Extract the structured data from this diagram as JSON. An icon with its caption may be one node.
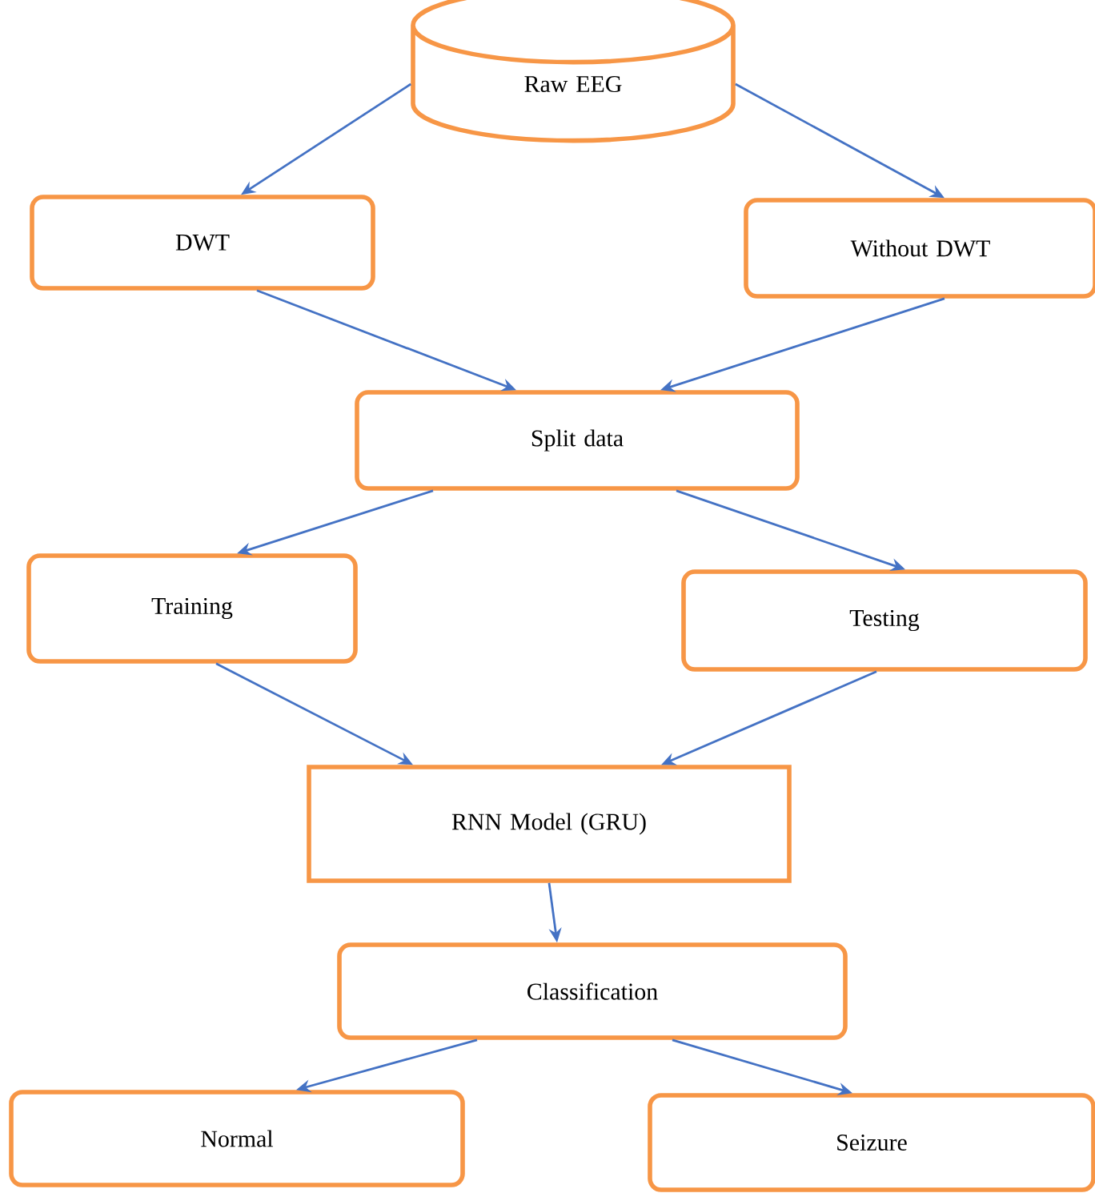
{
  "diagram": {
    "nodes": [
      {
        "text": [
          "Raw EEG"
        ]
      },
      {
        "text": [
          "DWT"
        ]
      },
      {
        "text": [
          "Without DWT"
        ]
      },
      {
        "text": [
          "Split data"
        ]
      },
      {
        "text": [
          "Training"
        ]
      },
      {
        "text": [
          "Testing"
        ]
      },
      {
        "text": [
          "RNN Model (GRU)"
        ]
      },
      {
        "text": [
          "Classification"
        ]
      },
      {
        "text": [
          "Normal"
        ]
      },
      {
        "text": [
          "Seizure"
        ]
      }
    ],
    "edges": [
      {
        "from": 0,
        "to": 1,
        "arrow": "to"
      },
      {
        "from": 0,
        "to": 2,
        "arrow": "to"
      },
      {
        "from": 1,
        "to": 3,
        "arrow": "to"
      },
      {
        "from": 2,
        "to": 3,
        "arrow": "to"
      },
      {
        "from": 3,
        "to": 4,
        "arrow": "to"
      },
      {
        "from": 3,
        "to": 5,
        "arrow": "to"
      },
      {
        "from": 4,
        "to": 6,
        "arrow": "to"
      },
      {
        "from": 5,
        "to": 6,
        "arrow": "to"
      },
      {
        "from": 6,
        "to": 7,
        "arrow": "to"
      },
      {
        "from": 7,
        "to": 8,
        "arrow": "to"
      },
      {
        "from": 7,
        "to": 9,
        "arrow": "to"
      }
    ]
  }
}
